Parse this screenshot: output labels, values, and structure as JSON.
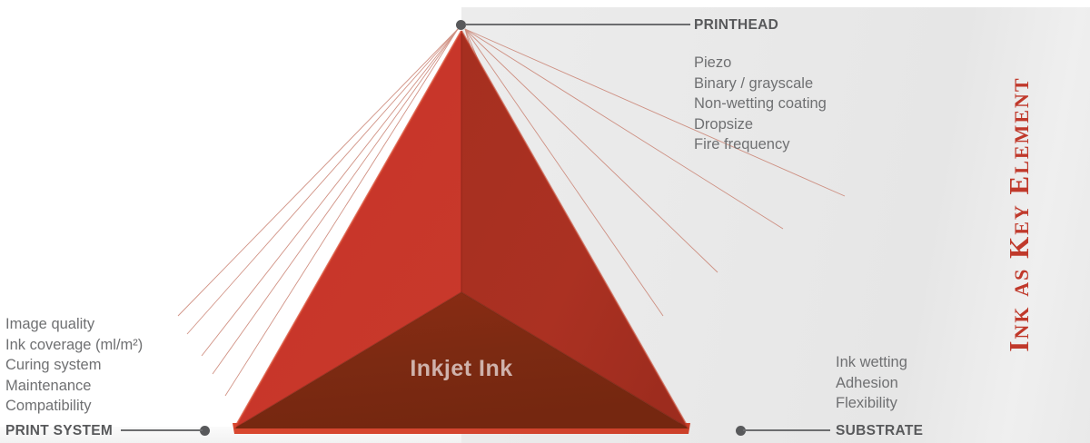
{
  "diagram": {
    "center_label": "Inkjet Ink",
    "side_banner": "Ink as Key Element",
    "colors": {
      "face_left": "#c7352a",
      "face_right": "#a62f20",
      "face_front": "#7c2a12",
      "base_rim": "#d4452f",
      "panel_bg": "#e8e8e8",
      "connector": "#58595b",
      "text_body": "#6f7072",
      "text_heading": "#58595b",
      "banner": "#c0392b",
      "fan_line": "#c98070"
    }
  },
  "printhead": {
    "title": "PRINTHEAD",
    "items": [
      "Piezo",
      "Binary / grayscale",
      "Non-wetting coating",
      "Dropsize",
      "Fire frequency"
    ]
  },
  "print_system": {
    "title": "PRINT SYSTEM",
    "items": [
      "Image quality",
      "Ink coverage (ml/m²)",
      "Curing system",
      "Maintenance",
      "Compatibility"
    ]
  },
  "substrate": {
    "title": "SUBSTRATE",
    "items": [
      "Ink wetting",
      "Adhesion",
      "Flexibility"
    ]
  }
}
